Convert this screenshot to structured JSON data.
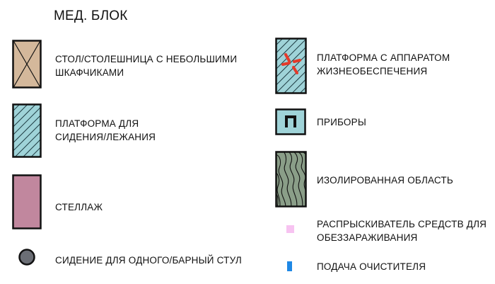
{
  "title": "МЕД. БЛОК",
  "colors": {
    "table": "#d4b89b",
    "platform": "#9fd3d8",
    "rack": "#c1879e",
    "seat": "#6b6e75",
    "instruments": "#9fd3d8",
    "isolated": "#8a9e88",
    "sprayer": "#f7c3f1",
    "cleaner": "#1f88e5",
    "life_support_mark": "#e53a2a"
  },
  "legend": {
    "table": {
      "icon": "box-with-x",
      "lines": [
        "СТОЛ/СТОЛЕШНИЦА С НЕБОЛЬШИМИ",
        "ШКАФЧИКАМИ"
      ]
    },
    "platform": {
      "icon": "hatched-box",
      "lines": [
        "ПЛАТФОРМА ДЛЯ",
        "СИДЕНИЯ/ЛЕЖАНИЯ"
      ]
    },
    "rack": {
      "icon": "filled-box",
      "lines": [
        "СТЕЛЛАЖ"
      ]
    },
    "seat": {
      "icon": "circle",
      "lines": [
        "СИДЕНИЕ ДЛЯ ОДНОГО/БАРНЫЙ СТУЛ"
      ]
    },
    "life_support": {
      "icon": "hatched-box-with-cross",
      "lines": [
        "ПЛАТФОРМА С АППАРАТОМ",
        "ЖИЗНЕОБЕСПЕЧЕНИЯ"
      ]
    },
    "instruments": {
      "icon": "square-with-symbol",
      "lines": [
        "ПРИБОРЫ"
      ]
    },
    "isolated": {
      "icon": "wavy-box",
      "lines": [
        "ИЗОЛИРОВАННАЯ ОБЛАСТЬ"
      ]
    },
    "sprayer": {
      "icon": "pink-dot",
      "lines": [
        "РАСПРЫСКИВАТЕЛЬ СРЕДСТВ ДЛЯ",
        "ОБЕЗЗАРАЖИВАНИЯ"
      ]
    },
    "cleaner": {
      "icon": "blue-bar",
      "lines": [
        "ПОДАЧА ОЧИСТИТЕЛЯ"
      ]
    }
  }
}
